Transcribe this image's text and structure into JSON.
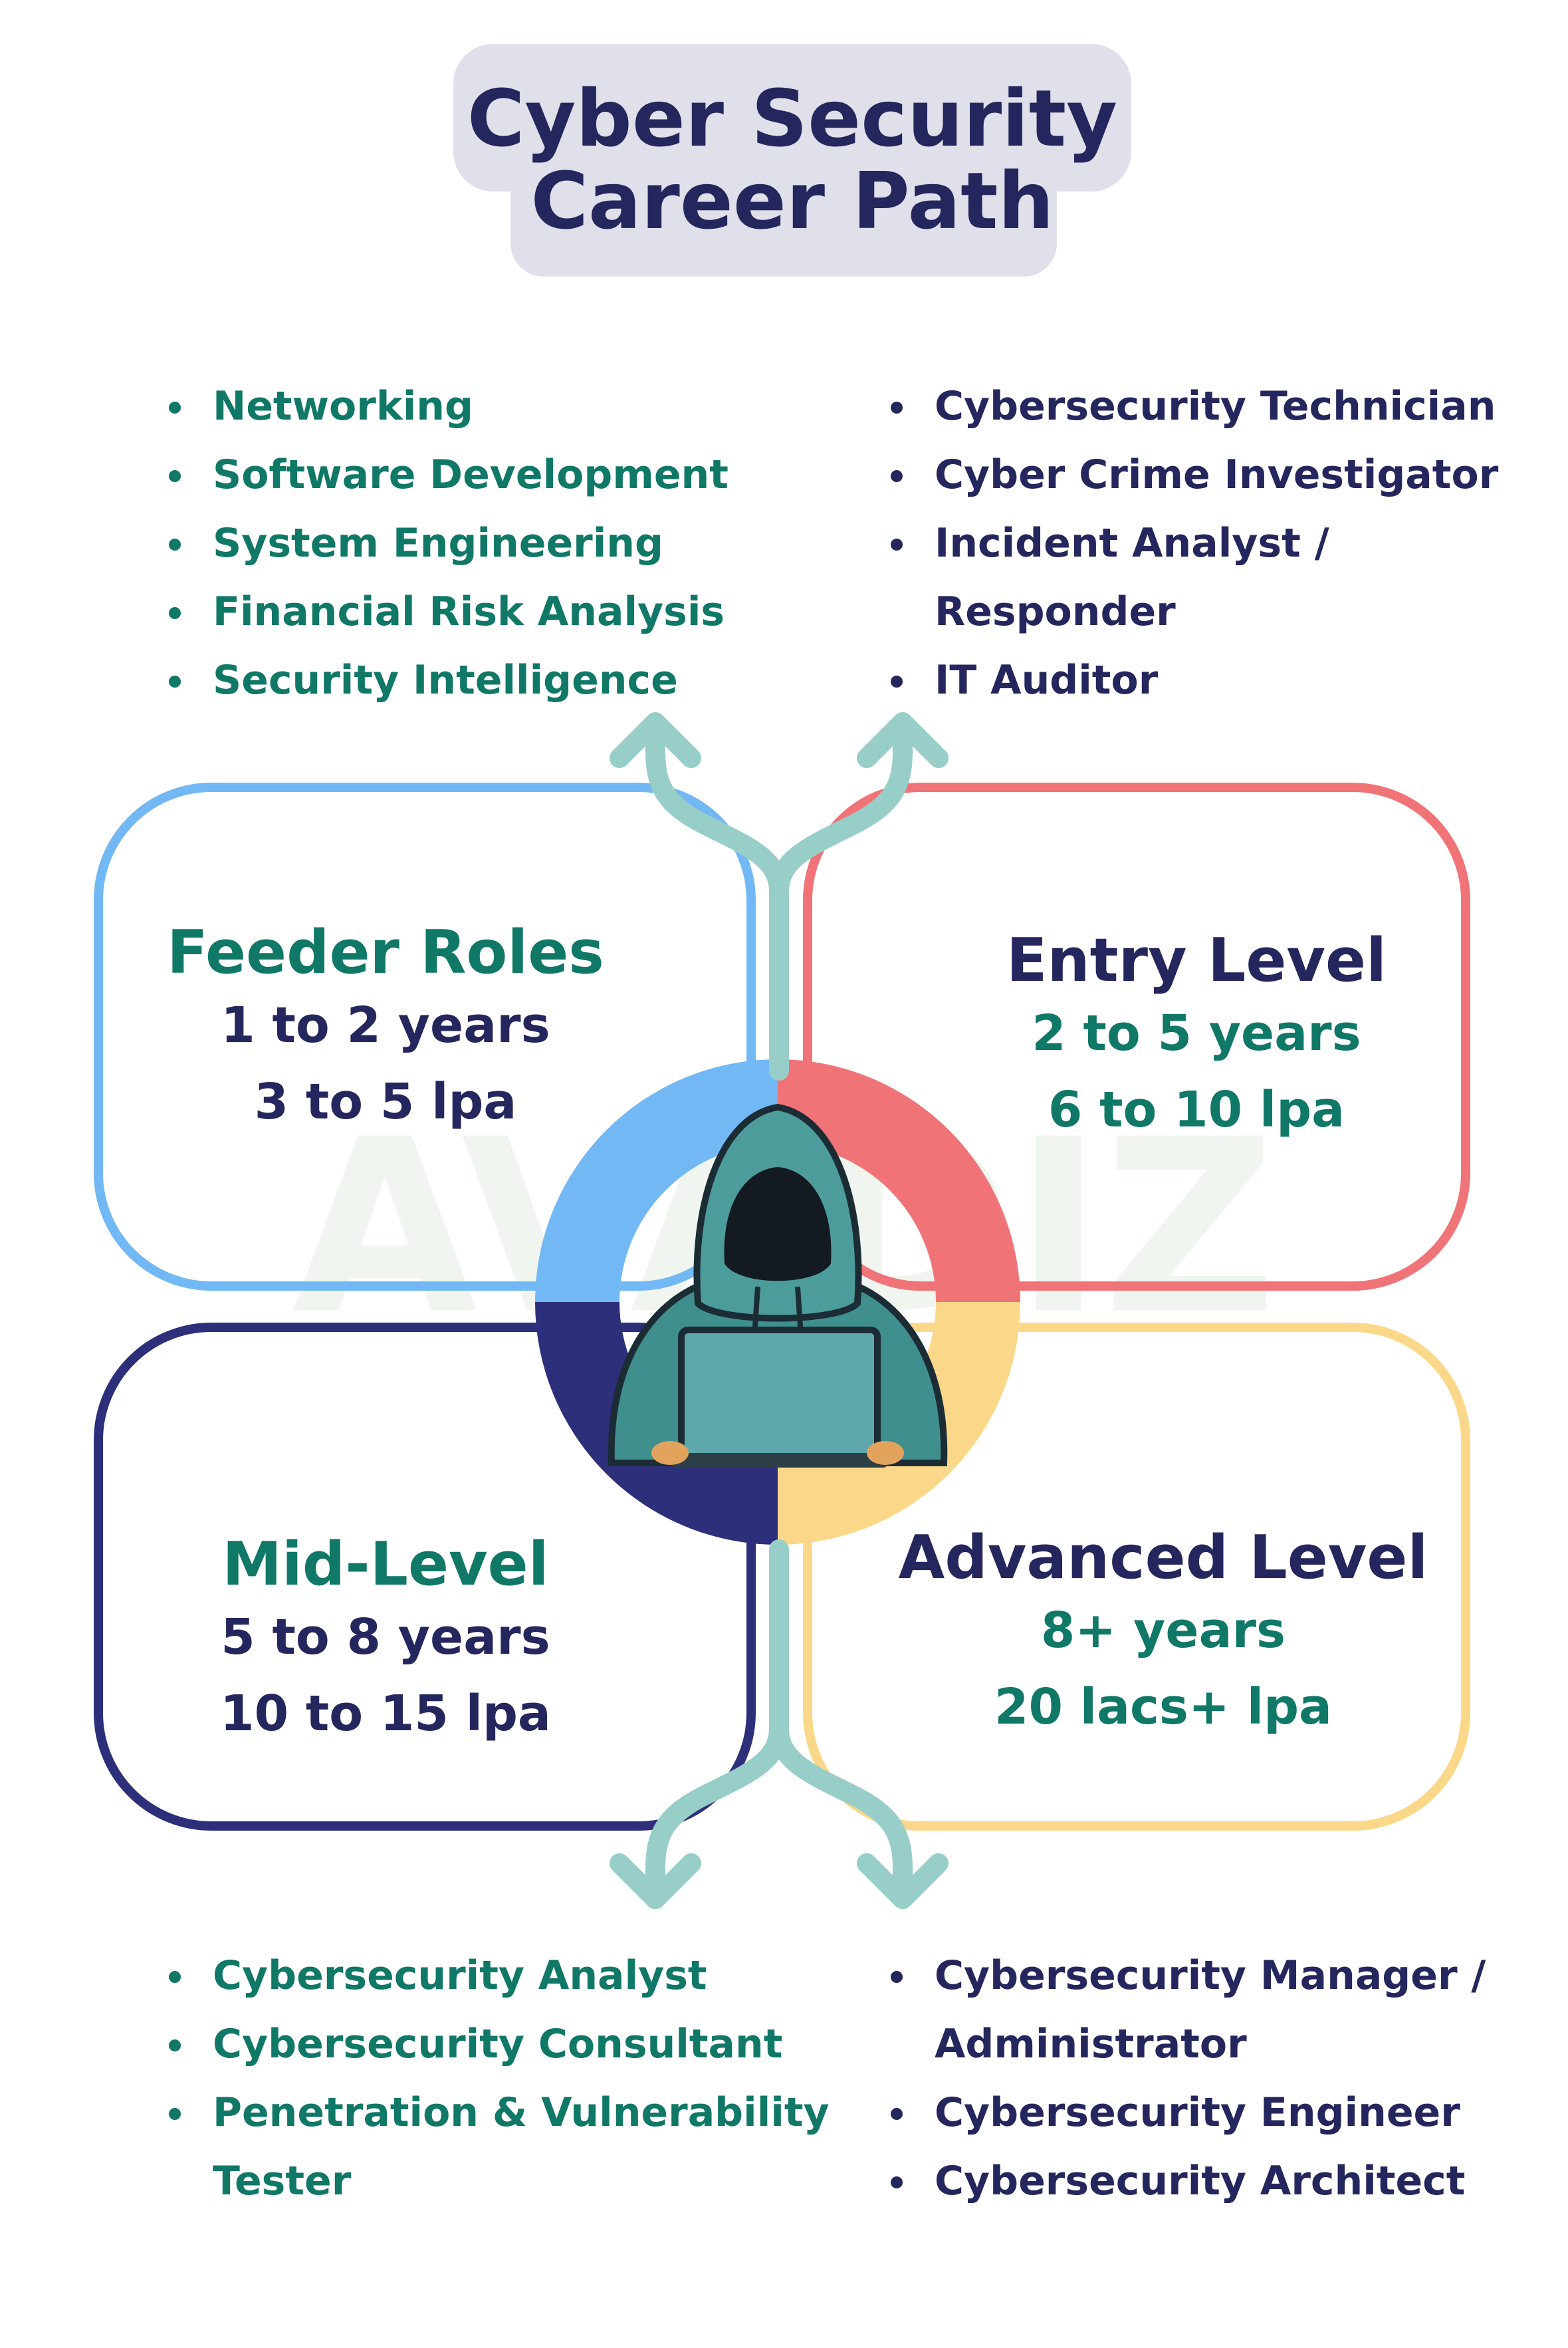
{
  "title": {
    "line1": "Cyber Security",
    "line2": "Career Path"
  },
  "watermark": "AVADIZ",
  "colors": {
    "teal_text": "#107866",
    "navy_text": "#26265e",
    "title_bg": "#e0e0ea",
    "feeder_border": "#72b8f4",
    "entry_border": "#f07477",
    "mid_border": "#2d2f7a",
    "advanced_border": "#fbd889",
    "arrow": "#98cec8",
    "laptop": "#5ea8ad",
    "hoodie": "#3f8f8f"
  },
  "stages": {
    "feeder": {
      "title": "Feeder Roles",
      "years": "1 to 2 years",
      "salary": "3 to 5 lpa"
    },
    "entry": {
      "title": "Entry Level",
      "years": "2 to 5 years",
      "salary": "6 to 10 lpa"
    },
    "mid": {
      "title": "Mid-Level",
      "years": "5 to 8 years",
      "salary": "10 to 15 lpa"
    },
    "advanced": {
      "title": "Advanced Level",
      "years": "8+ years",
      "salary": "20 lacs+ lpa"
    }
  },
  "lists": {
    "feeder_roles": [
      "Networking",
      "Software Development",
      "System Engineering",
      "Financial Risk Analysis",
      "Security Intelligence"
    ],
    "entry_roles": [
      "Cybersecurity Technician",
      "Cyber Crime Investigator",
      "Incident Analyst /",
      "Responder",
      "IT Auditor"
    ],
    "mid_roles": [
      "Cybersecurity Analyst",
      "Cybersecurity Consultant",
      "Penetration & Vulnerability",
      "Tester"
    ],
    "advanced_roles": [
      "Cybersecurity Manager /",
      "Administrator",
      "Cybersecurity Engineer",
      "Cybersecurity Architect"
    ]
  }
}
